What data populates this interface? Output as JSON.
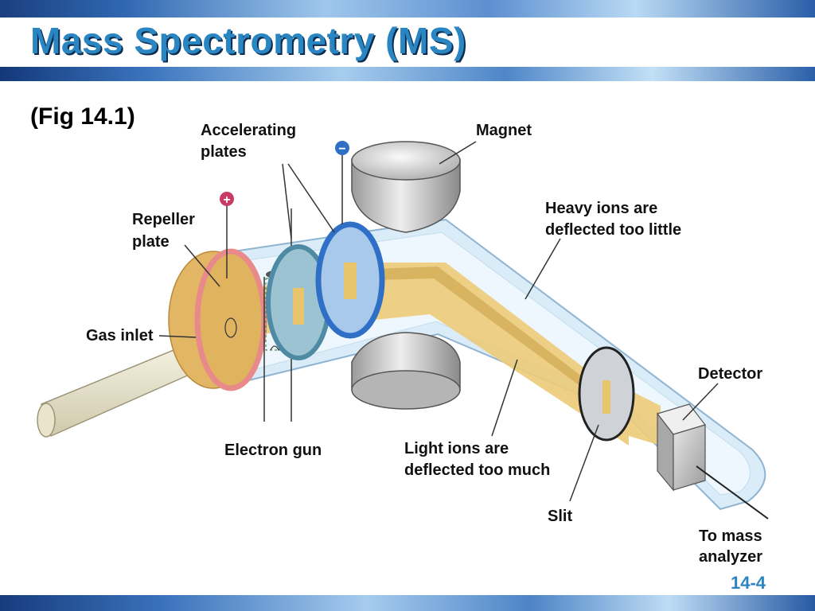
{
  "title": "Mass Spectrometry (MS)",
  "figure_ref": "(Fig 14.1)",
  "page_number": "14-4",
  "labels": {
    "accelerating_plates": [
      "Accelerating",
      "plates"
    ],
    "magnet": "Magnet",
    "repeller_plate": [
      "Repeller",
      "plate"
    ],
    "heavy_ions": [
      "Heavy ions are",
      "deflected too little"
    ],
    "gas_inlet": "Gas inlet",
    "electron_gun": "Electron gun",
    "light_ions": [
      "Light ions are",
      "deflected too much"
    ],
    "detector": "Detector",
    "slit": "Slit",
    "to_mass_analyzer": [
      "To mass",
      "analyzer"
    ]
  },
  "signs": {
    "positive": "+",
    "negative": "−"
  },
  "colors": {
    "title": "#2a86c2",
    "beam": "#e8c46a",
    "tube": "#d9ecf8",
    "repeller": "#e88a8a",
    "plate_blue": "#3a7ccc",
    "plate_teal": "#8fb8c8",
    "magnet": "#c8c8c8"
  }
}
